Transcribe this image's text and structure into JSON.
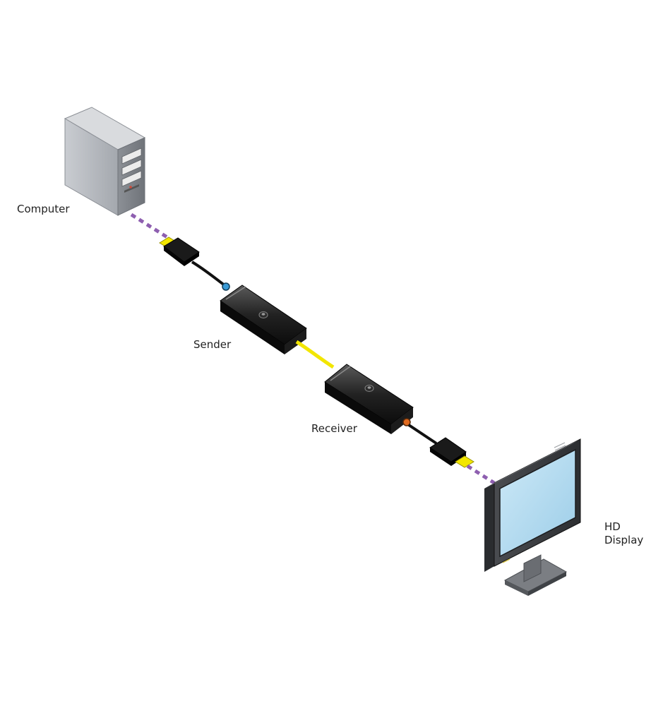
{
  "labels": {
    "computer": "Computer",
    "sender": "Sender",
    "receiver": "Receiver",
    "display_line1": "HD",
    "display_line2": "Display"
  },
  "colors": {
    "dashed_link": "#8e5fb0",
    "fiber_cable": "#f2e600",
    "connector_tip": "#f2e600",
    "device_body": "#111111",
    "monitor_screen": "#a9d7ef",
    "tower_body": "#b5b8bd"
  },
  "icons": {
    "computer": "desktop-tower-icon",
    "sender": "hdmi-sender-dongle-icon",
    "receiver": "hdmi-receiver-dongle-icon",
    "display": "hd-monitor-icon"
  }
}
